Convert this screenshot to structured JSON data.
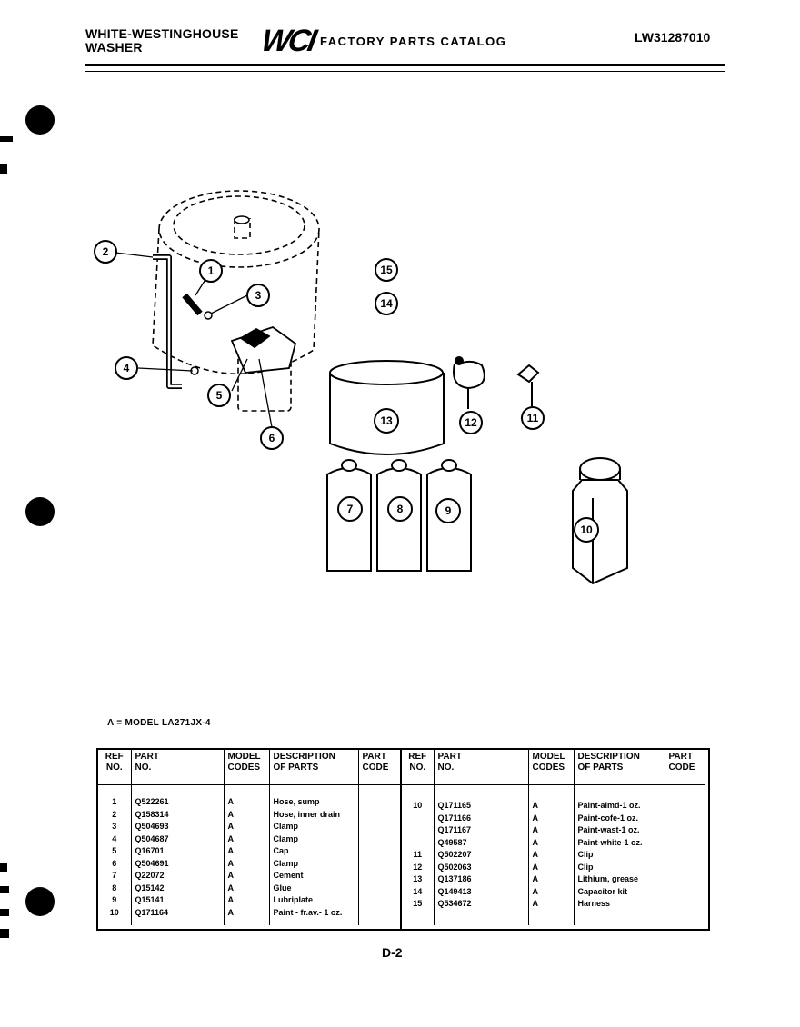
{
  "header": {
    "brand_line1": "WHITE-WESTINGHOUSE",
    "brand_line2": "WASHER",
    "logo": "WCI",
    "catalog_title": "FACTORY PARTS CATALOG",
    "doc_number": "LW31287010"
  },
  "diagram": {
    "callouts": [
      "1",
      "2",
      "3",
      "4",
      "5",
      "6",
      "7",
      "8",
      "9",
      "10",
      "11",
      "12",
      "13",
      "14",
      "15"
    ]
  },
  "model_note": "A = MODEL LA271JX-4",
  "table": {
    "headers": {
      "ref": [
        "REF",
        "NO."
      ],
      "part": [
        "PART",
        "NO."
      ],
      "model": [
        "MODEL",
        "CODES"
      ],
      "desc": [
        "DESCRIPTION",
        "OF PARTS"
      ],
      "code": [
        "PART",
        "CODE"
      ]
    },
    "left_rows": [
      {
        "ref": "1",
        "part": "Q522261",
        "model": "A",
        "desc": "Hose, sump"
      },
      {
        "ref": "2",
        "part": "Q158314",
        "model": "A",
        "desc": "Hose, inner drain"
      },
      {
        "ref": "3",
        "part": "Q504693",
        "model": "A",
        "desc": "Clamp"
      },
      {
        "ref": "4",
        "part": "Q504687",
        "model": "A",
        "desc": "Clamp"
      },
      {
        "ref": "5",
        "part": "Q16701",
        "model": "A",
        "desc": "Cap"
      },
      {
        "ref": "6",
        "part": "Q504691",
        "model": "A",
        "desc": "Clamp"
      },
      {
        "ref": "7",
        "part": "Q22072",
        "model": "A",
        "desc": "Cement"
      },
      {
        "ref": "8",
        "part": "Q15142",
        "model": "A",
        "desc": "Glue"
      },
      {
        "ref": "9",
        "part": "Q15141",
        "model": "A",
        "desc": "Lubriplate"
      },
      {
        "ref": "10",
        "part": "Q171164",
        "model": "A",
        "desc": "Paint - fr.av.- 1 oz."
      }
    ],
    "right_rows": [
      {
        "ref": "10",
        "part": "Q171165",
        "model": "A",
        "desc": "Paint-almd-1 oz."
      },
      {
        "ref": "",
        "part": "Q171166",
        "model": "A",
        "desc": "Paint-cofe-1 oz."
      },
      {
        "ref": "",
        "part": "Q171167",
        "model": "A",
        "desc": "Paint-wast-1 oz."
      },
      {
        "ref": "",
        "part": "Q49587",
        "model": "A",
        "desc": "Paint-white-1 oz."
      },
      {
        "ref": "11",
        "part": "Q502207",
        "model": "A",
        "desc": "Clip"
      },
      {
        "ref": "12",
        "part": "Q502063",
        "model": "A",
        "desc": "Clip"
      },
      {
        "ref": "13",
        "part": "Q137186",
        "model": "A",
        "desc": "Lithium, grease"
      },
      {
        "ref": "14",
        "part": "Q149413",
        "model": "A",
        "desc": "Capacitor kit"
      },
      {
        "ref": "15",
        "part": "Q534672",
        "model": "A",
        "desc": "Harness"
      }
    ]
  },
  "page_number": "D-2"
}
